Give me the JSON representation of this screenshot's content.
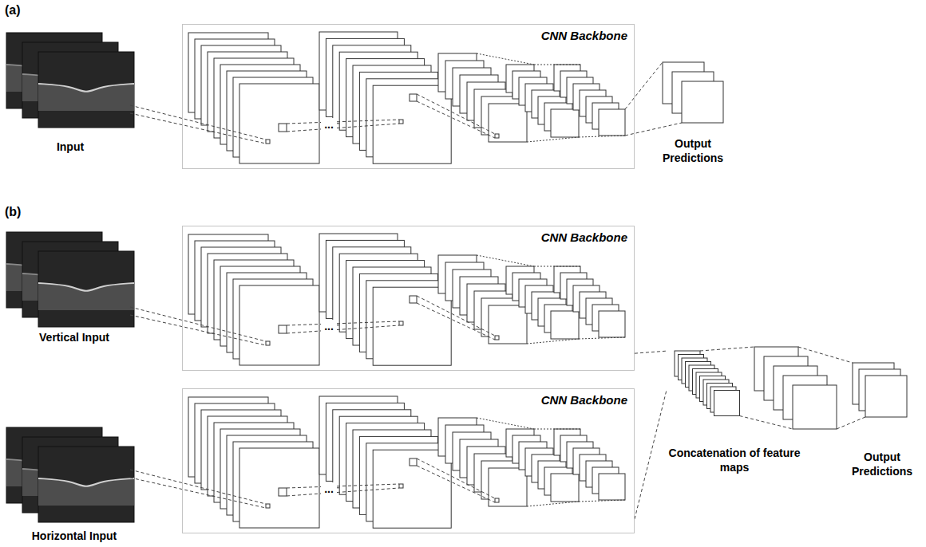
{
  "diagram": {
    "nodes": [
      {
        "text": [
          "CNN Backbone"
        ]
      },
      {
        "text": [
          "CNN Backbone"
        ]
      },
      {
        "text": [
          "CNN Backbone"
        ]
      },
      {
        "text": [
          "Concatenation of feature maps"
        ]
      }
    ],
    "edges": [
      {
        "from": 1,
        "to": 3,
        "arrow": "none"
      },
      {
        "from": 2,
        "to": 3,
        "arrow": "none"
      }
    ],
    "labels": [
      "(a)",
      "Input",
      "...",
      "Output Predictions",
      "(b)",
      "Vertical Input",
      "...",
      "Horizontal Input",
      "...",
      "Output Predictions"
    ]
  }
}
